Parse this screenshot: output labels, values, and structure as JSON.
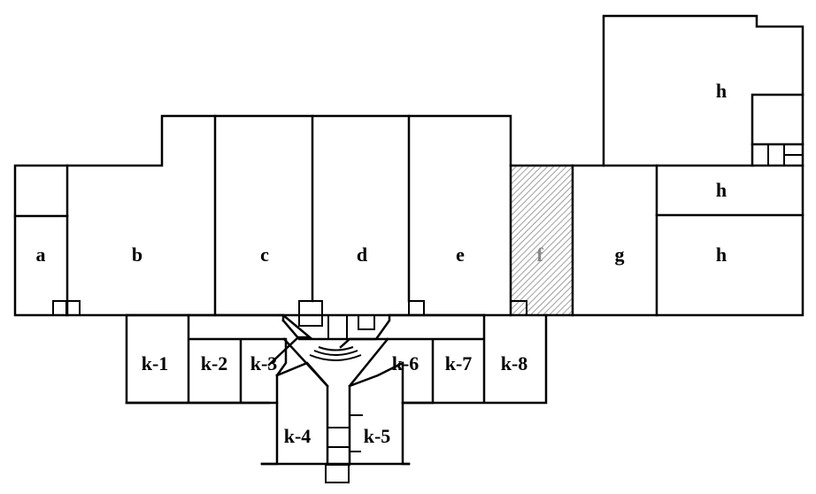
{
  "rooms": {
    "a": "a",
    "b": "b",
    "c": "c",
    "d": "d",
    "e": "e",
    "f": "f",
    "g": "g",
    "h_top": "h",
    "h_mid": "h",
    "h_low": "h",
    "k1": "k-1",
    "k2": "k-2",
    "k3": "k-3",
    "k4": "k-4",
    "k5": "k-5",
    "k6": "k-6",
    "k7": "k-7",
    "k8": "k-8"
  },
  "colors": {
    "wall": "#000000",
    "highlight_hatch": "#888888",
    "background": "#ffffff"
  }
}
